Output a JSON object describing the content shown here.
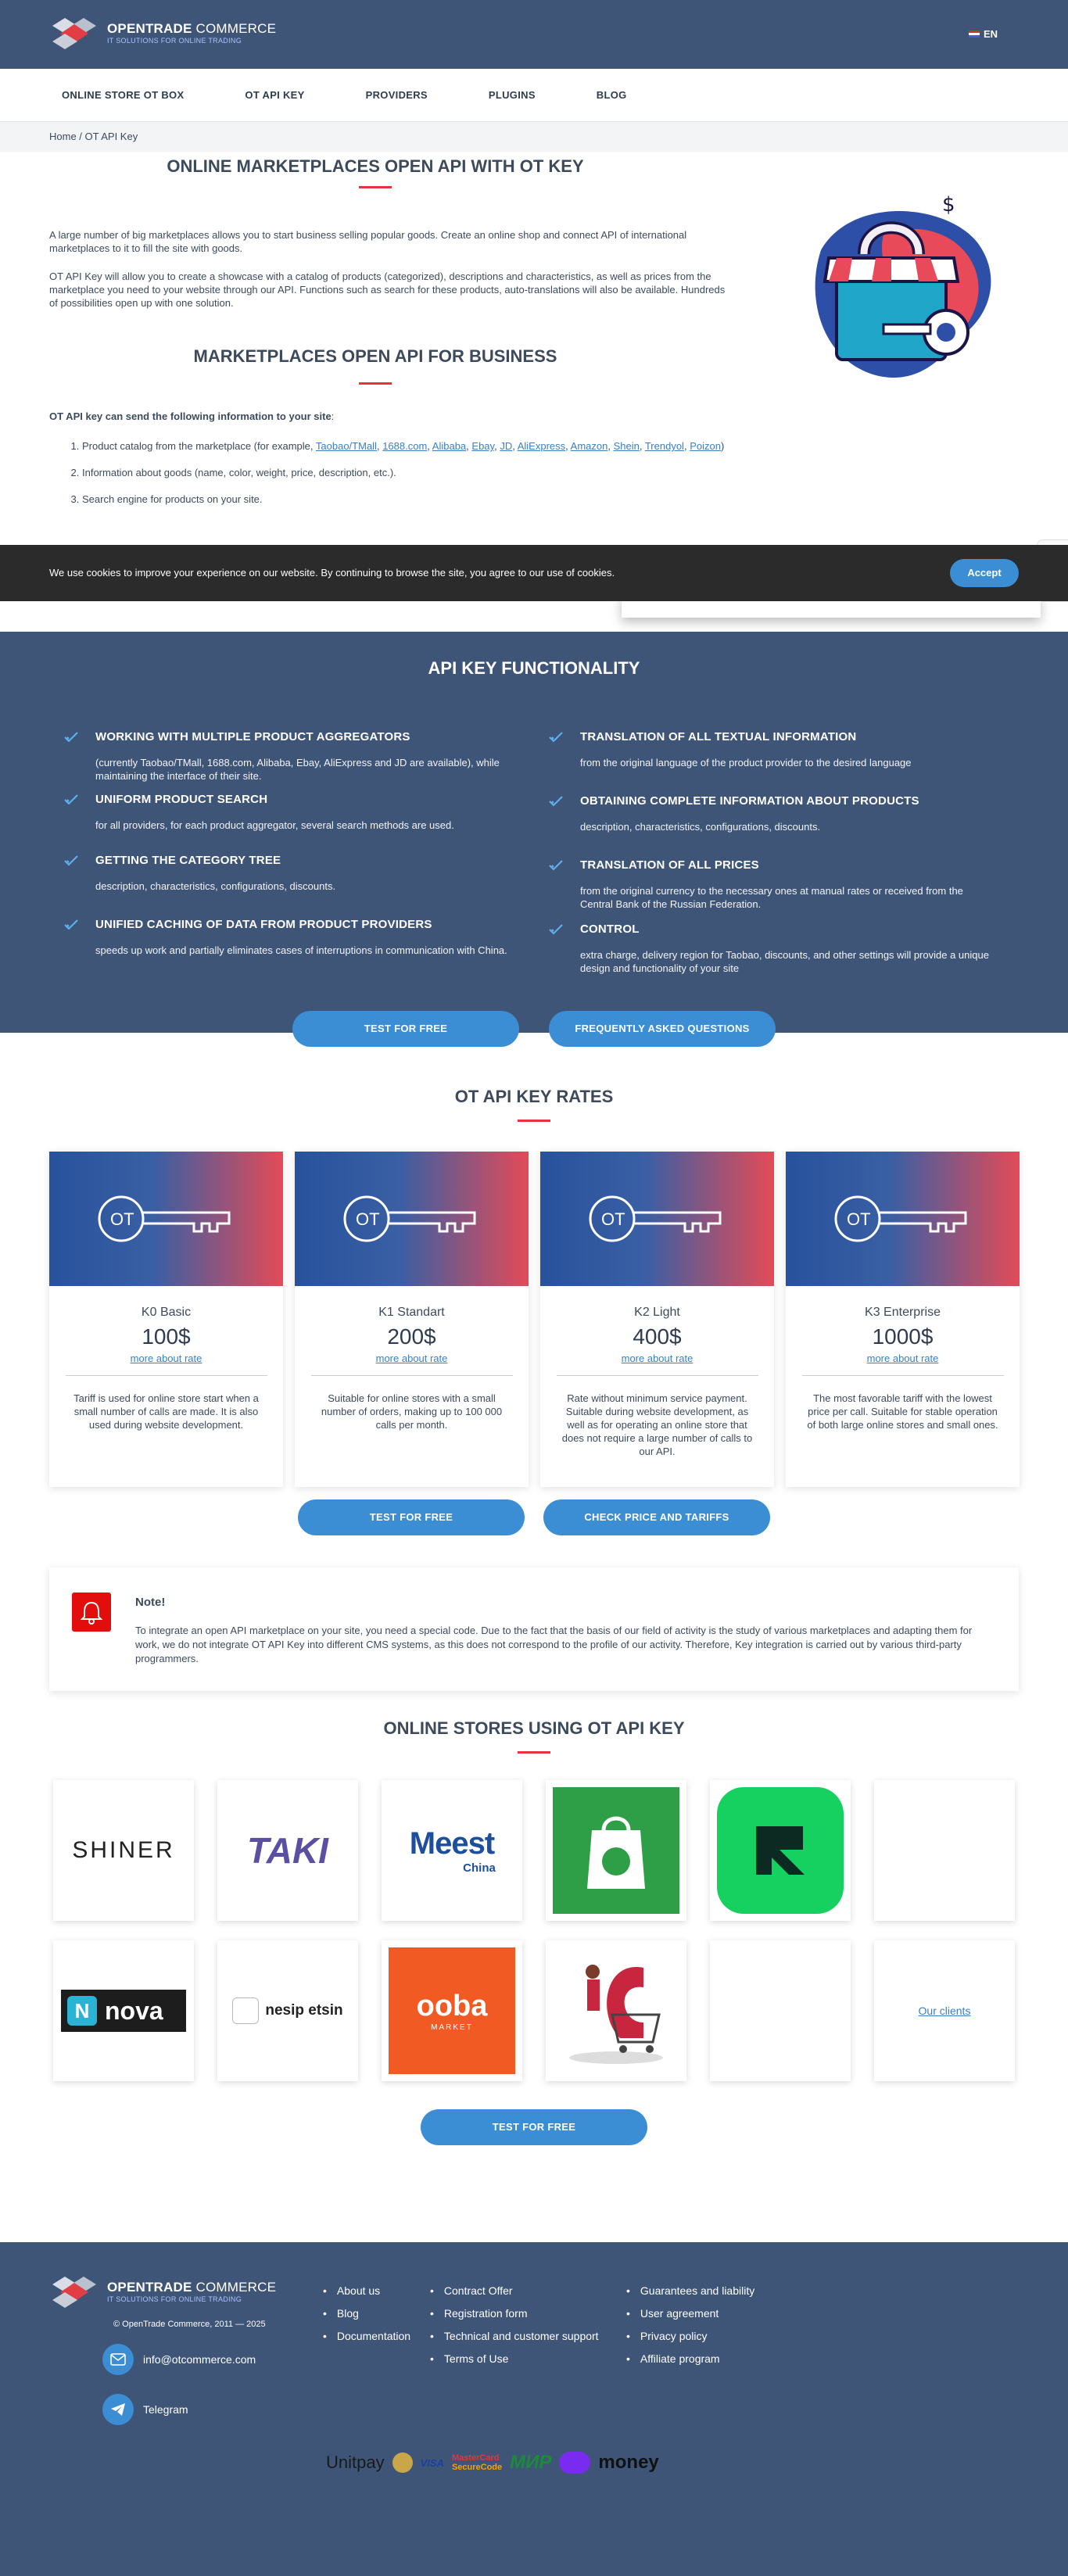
{
  "header": {
    "brand_bold": "OPENTRADE",
    "brand_rest": " COMMERCE",
    "tagline": "IT SOLUTIONS FOR ONLINE TRADING",
    "language": "EN"
  },
  "nav": [
    "ONLINE STORE OT BOX",
    "OT API KEY",
    "PROVIDERS",
    "PLUGINS",
    "BLOG"
  ],
  "breadcrumb": {
    "home": "Home",
    "sep": " / ",
    "current": "OT API Key"
  },
  "intro": {
    "title": "ONLINE MARKETPLACES OPEN API WITH OT KEY",
    "p1": "A large number of big marketplaces allows you to start business selling popular goods. Create an online shop and connect API of international marketplaces to it to fill the site with goods.",
    "p2": "OT API Key will allow you to create a showcase with a catalog of products (categorized), descriptions and characteristics, as well as prices from the marketplace you need to your website through our API. Functions such as search for these products, auto-translations will also be available. Hundreds of possibilities open up with one solution.",
    "subtitle": "MARKETPLACES OPEN API FOR BUSINESS",
    "list_intro": "OT API key can send the following information to your site",
    "item1_prefix": "Product catalog from the marketplace (for example, ",
    "item1_links": [
      "Taobao/TMall",
      "1688.com",
      "Alibaba",
      "Ebay",
      "JD",
      "AliExpress",
      "Amazon",
      "Shein",
      "Trendyol",
      "Poizon"
    ],
    "item1_suffix": ")",
    "item2": "Information about goods (name, color, weight, price, description, etc.).",
    "item3": "Search engine for products on your site."
  },
  "cookie": {
    "message": "We use cookies to improve your experience on our website. By continuing to browse the site, you agree to our use of cookies.",
    "accept": "Accept"
  },
  "functionality": {
    "title": "API KEY FUNCTIONALITY",
    "left": [
      {
        "title": "WORKING WITH MULTIPLE PRODUCT AGGREGATORS",
        "desc": "(currently Taobao/TMall, 1688.com, Alibaba, Ebay, AliExpress and JD are available), while maintaining the interface of their site."
      },
      {
        "title": "UNIFORM PRODUCT SEARCH",
        "desc": "for all providers, for each product aggregator, several search methods are used."
      },
      {
        "title": "GETTING THE CATEGORY TREE",
        "desc": "description, characteristics, configurations, discounts."
      },
      {
        "title": "UNIFIED CACHING OF DATA FROM PRODUCT PROVIDERS",
        "desc": "speeds up work and partially eliminates cases of interruptions in communication with China."
      }
    ],
    "right": [
      {
        "title": "TRANSLATION OF ALL TEXTUAL INFORMATION",
        "desc": "from the original language of the product provider to the desired language"
      },
      {
        "title": "OBTAINING COMPLETE INFORMATION ABOUT PRODUCTS",
        "desc": "description, characteristics, configurations, discounts."
      },
      {
        "title": "TRANSLATION OF ALL PRICES",
        "desc": "from the original currency to the necessary ones at manual rates or received from the Central Bank of the Russian Federation."
      },
      {
        "title": "CONTROL",
        "desc": "extra charge, delivery region for Taobao, discounts, and other settings will provide a unique design and functionality of your site"
      }
    ],
    "btn_test": "TEST FOR FREE",
    "btn_faq": "FREQUENTLY ASKED QUESTIONS"
  },
  "rates": {
    "title": "OT API KEY RATES",
    "key_label": "OT",
    "cards": [
      {
        "name": "K0 Basic",
        "price": "100$",
        "more": "more about rate",
        "desc": "Tariff is used for online store start when a small number of calls are made. It is also used during website development."
      },
      {
        "name": "K1 Standart",
        "price": "200$",
        "more": "more about rate",
        "desc": "Suitable for online stores with a small number of orders, making up to 100 000 calls per month."
      },
      {
        "name": "K2 Light",
        "price": "400$",
        "more": "more about rate",
        "desc": "Rate without minimum service payment. Suitable during website development, as well as for operating an online store that does not require a large number of calls to our API."
      },
      {
        "name": "K3 Enterprise",
        "price": "1000$",
        "more": "more about rate",
        "desc": "The most favorable tariff with the lowest price per call. Suitable for stable operation of both large online stores and small ones."
      }
    ],
    "btn_test": "TEST FOR FREE",
    "btn_check": "CHECK PRICE AND TARIFFS"
  },
  "note": {
    "title": "Note!",
    "text": "To integrate an open API marketplace on your site, you need a special code. Due to the fact that the basis of our field of activity is the study of various marketplaces and adapting them for work, we do not integrate OT API Key into different CMS systems, as this does not correspond to the profile of our activity. Therefore, Key integration is carried out by various third-party programmers."
  },
  "stores": {
    "title": "ONLINE STORES USING OT API KEY",
    "logos": {
      "shiner": "SHINER",
      "taki": "TAKI",
      "meest": "Meest",
      "meest_sub": "China",
      "nova": "nova",
      "nova_n": "N",
      "nesip": "nesip etsin",
      "ooba": "ooba",
      "ooba_sub": "MARKET"
    },
    "our_clients": "Our clients",
    "btn_test": "TEST FOR FREE"
  },
  "footer": {
    "copyright": "© OpenTrade Commerce, 2011 — 2025",
    "email": "info@otcommerce.com",
    "telegram": "Telegram",
    "col1": [
      "About us",
      "Blog",
      "Documentation"
    ],
    "col2": [
      "Contract Offer",
      "Registration form",
      "Technical and customer support",
      "Terms of Use"
    ],
    "col3": [
      "Guarantees and liability",
      "User agreement",
      "Privacy policy",
      "Affiliate program"
    ],
    "payments": {
      "unitpay": "Unitpay",
      "visa": "VISA",
      "mc1": "MasterCard",
      "mc2": "SecureCode",
      "mir": "МИР",
      "yoo": "money"
    }
  },
  "colors": {
    "navy": "#3e5578",
    "accent_red": "#e8323c",
    "button_blue": "#3b8ed4"
  }
}
